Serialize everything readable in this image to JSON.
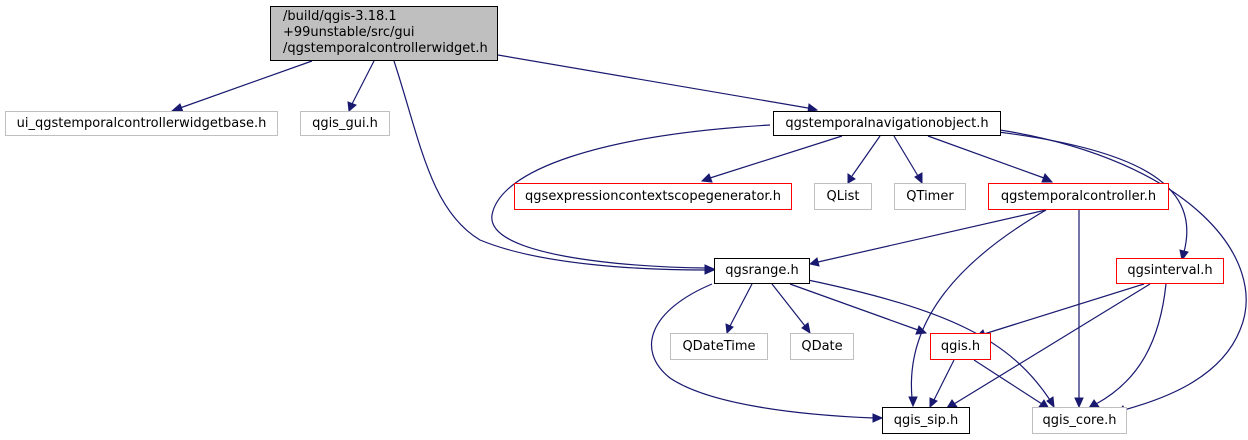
{
  "graph": {
    "root": {
      "line1": "/build/qgis-3.18.1",
      "line2": "+99unstable/src/gui",
      "line3": "/qgstemporalcontrollerwidget.h"
    },
    "nodes": {
      "ui_base": "ui_qgstemporalcontrollerwidgetbase.h",
      "qgis_gui": "qgis_gui.h",
      "navobj": "qgstemporalnavigationobject.h",
      "exprgen": "qgsexpressioncontextscopegenerator.h",
      "qlist": "QList",
      "qtimer": "QTimer",
      "tcontroller": "qgstemporalcontroller.h",
      "qgsrange": "qgsrange.h",
      "qgsinterval": "qgsinterval.h",
      "qdatetime": "QDateTime",
      "qdate": "QDate",
      "qgis": "qgis.h",
      "qgis_sip": "qgis_sip.h",
      "qgis_core": "qgis_core.h"
    },
    "colors": {
      "edge": "#191970",
      "gray_border": "#bfbfbf",
      "red_border": "#ff0000",
      "root_fill": "#bfbfbf"
    }
  }
}
